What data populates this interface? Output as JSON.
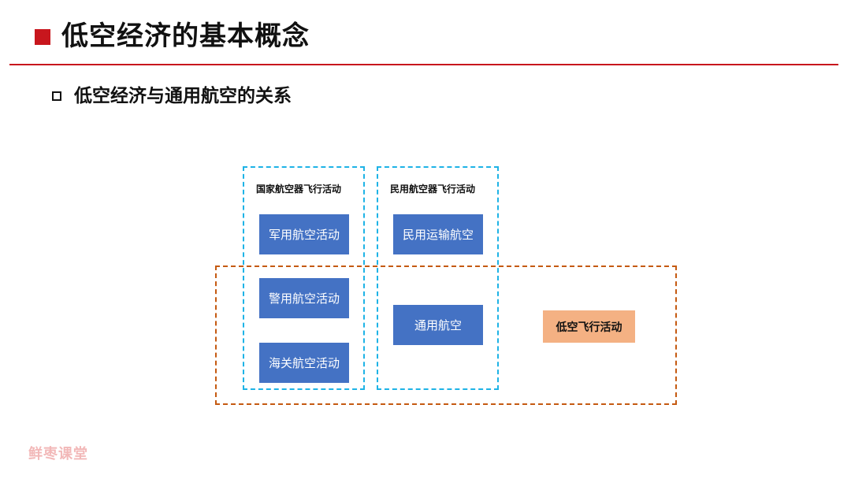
{
  "header": {
    "title": "低空经济的基本概念",
    "accent_color": "#c8161d"
  },
  "section": {
    "subtitle": "低空经济与通用航空的关系"
  },
  "diagram": {
    "national": {
      "label": "国家航空器飞行活动",
      "items": [
        "军用航空活动",
        "警用航空活动",
        "海关航空活动"
      ]
    },
    "civil": {
      "label": "民用航空器飞行活动",
      "items": [
        "民用运输航空",
        "通用航空"
      ]
    },
    "low_altitude": {
      "label": "低空飞行活动"
    },
    "colors": {
      "box": "#4472c4",
      "national_border": "#1eb3e6",
      "low_altitude_border": "#c55a11",
      "low_altitude_fill": "#f4b183"
    }
  },
  "watermark": {
    "text": "鲜枣课堂"
  }
}
